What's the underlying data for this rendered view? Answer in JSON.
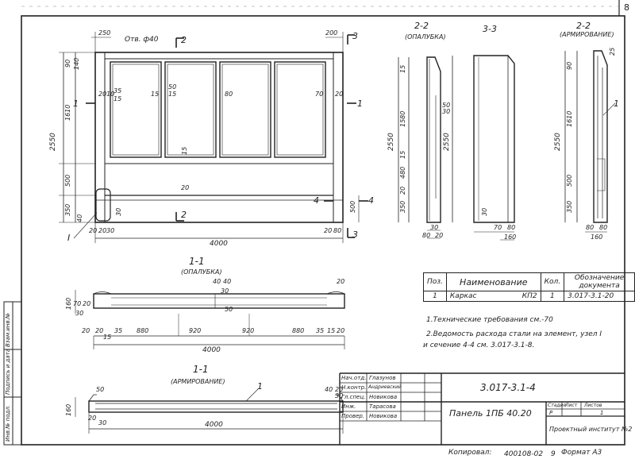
{
  "sheet_number": "8",
  "views": {
    "front": {
      "hole_label": "Отв. ф40",
      "cut_marks": [
        "2",
        "2",
        "3",
        "3",
        "1",
        "1",
        "4",
        "4"
      ],
      "node_label": "I",
      "dims_top": [
        "250",
        "200"
      ],
      "dims_left": [
        "2550",
        "1610",
        "500",
        "350",
        "40",
        "90",
        "140"
      ],
      "dims_inner": [
        "35",
        "20",
        "10",
        "15",
        "15",
        "50",
        "15",
        "80",
        "70",
        "20",
        "15",
        "20"
      ],
      "dims_bottom": [
        "20",
        "20",
        "30",
        "30",
        "80",
        "20",
        "500"
      ],
      "dim_total": "4000"
    },
    "section_22_form": {
      "title": "2-2",
      "subtitle": "(ОПАЛУБКА)",
      "dims": [
        "2550",
        "1580",
        "480",
        "15",
        "15",
        "20",
        "350",
        "50",
        "30",
        "30",
        "80",
        "20"
      ]
    },
    "section_33": {
      "title": "3-3",
      "dims": [
        "2550",
        "30",
        "70",
        "80",
        "160"
      ]
    },
    "section_22_arm": {
      "title": "2-2",
      "subtitle": "(АРМИРОВАНИЕ)",
      "dims": [
        "2550",
        "1610",
        "500",
        "350",
        "90",
        "25",
        "80",
        "80",
        "160"
      ],
      "pos": "1"
    },
    "section_11_form": {
      "title": "1-1",
      "subtitle": "(ОПАЛУБКА)",
      "dims_top": [
        "40",
        "40",
        "30",
        "20"
      ],
      "dims_left": [
        "160",
        "70",
        "20",
        "30"
      ],
      "dims_bottom": [
        "20",
        "20",
        "35",
        "880",
        "920",
        "920",
        "880",
        "35",
        "15",
        "20",
        "15"
      ],
      "dims_mid": [
        "50"
      ],
      "dim_total": "4000"
    },
    "section_11_arm": {
      "title": "1-1",
      "subtitle": "(АРМИРОВАНИЕ)",
      "pos": "1",
      "dims": [
        "50",
        "160",
        "20",
        "30",
        "40",
        "20",
        "30"
      ],
      "dim_total": "4000"
    }
  },
  "spec_table": {
    "headers": [
      "Поз.",
      "Наименование",
      "Кол.",
      "Обозначение документа"
    ],
    "rows": [
      {
        "pos": "1",
        "name": "Каркас",
        "mark": "КП2",
        "qty": "1",
        "doc": "3.017-3.1-20"
      }
    ]
  },
  "notes": [
    "1.Технические требования см.-70",
    "2.Ведомость расхода стали на элемент, узел I",
    "и сечение 4-4 см. 3.017-3.1-8."
  ],
  "title_block": {
    "roles": [
      "Нач.отд.",
      "Н.контр.",
      "Гл.спец.",
      "Инж.",
      "Провер."
    ],
    "names": [
      "Глазунов",
      "Андриевский",
      "Новикова",
      "Тарасова",
      "Новикова"
    ],
    "doc_code": "3.017-3.1-4",
    "product": "Панель 1ПБ 40.20",
    "col_headers": [
      "Стадия",
      "Лист",
      "Листов"
    ],
    "stage": "Р",
    "sheet": "",
    "sheets": "1",
    "org": "Проектный институт №2",
    "copied": "Копировал:",
    "copy_id": "400108-02",
    "copy_no": "9",
    "format": "Формат А3"
  },
  "side_stamp": [
    "Инв.№ подл.",
    "Подпись и дата",
    "Взам.инв.№"
  ]
}
